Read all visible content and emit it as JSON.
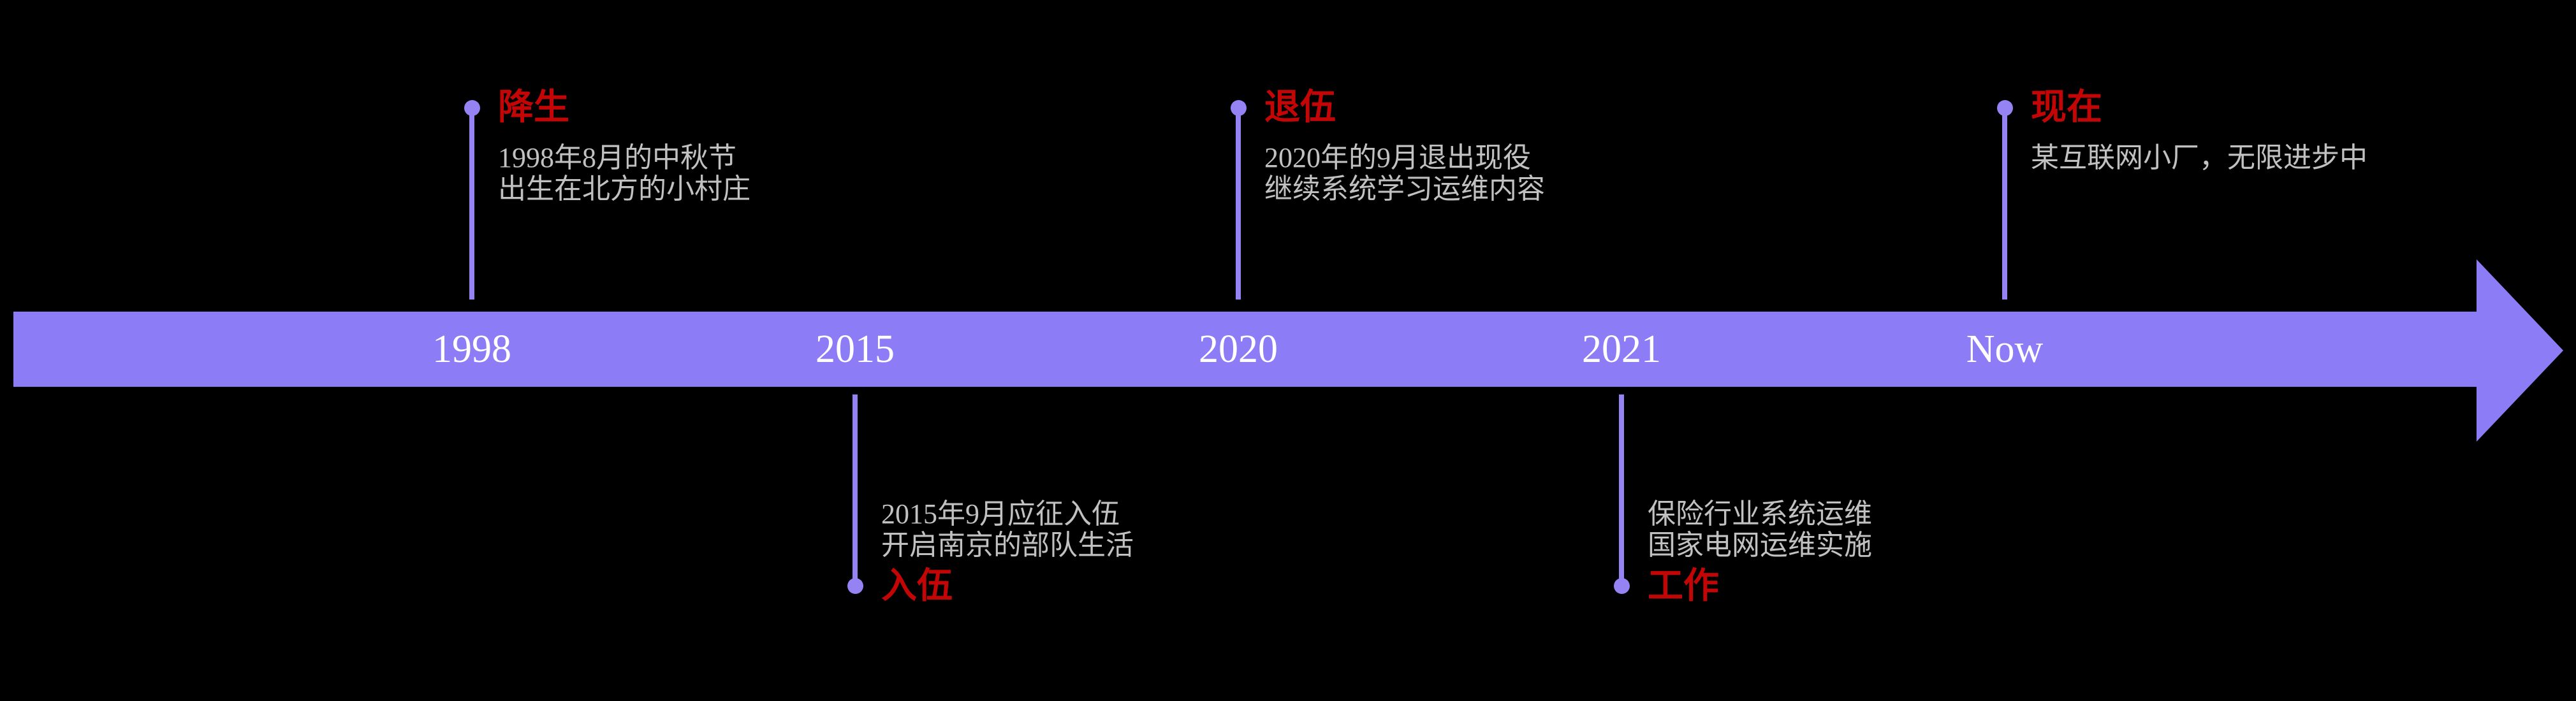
{
  "colors": {
    "background": "#000000",
    "bar": "#8C7DF6",
    "marker": "#9583F4",
    "title_red": "#C40506",
    "description_gray": "#C2C1C1",
    "year_white": "#FFFFFF"
  },
  "milestones": [
    {
      "year_label": "1998",
      "side": "top",
      "title": "降生",
      "desc_lines": [
        "1998年8月的中秋节",
        "出生在北方的小村庄"
      ]
    },
    {
      "year_label": "2015",
      "side": "bottom",
      "title": "入伍",
      "desc_lines": [
        "2015年9月应征入伍",
        "开启南京的部队生活"
      ]
    },
    {
      "year_label": "2020",
      "side": "top",
      "title": "退伍",
      "desc_lines": [
        "2020年的9月退出现役",
        "继续系统学习运维内容"
      ]
    },
    {
      "year_label": "2021",
      "side": "bottom",
      "title": "工作",
      "desc_lines": [
        "保险行业系统运维",
        "国家电网运维实施"
      ]
    },
    {
      "year_label": "Now",
      "side": "top",
      "title": "现在",
      "desc_lines": [
        "某互联网小厂，无限进步中"
      ]
    }
  ]
}
